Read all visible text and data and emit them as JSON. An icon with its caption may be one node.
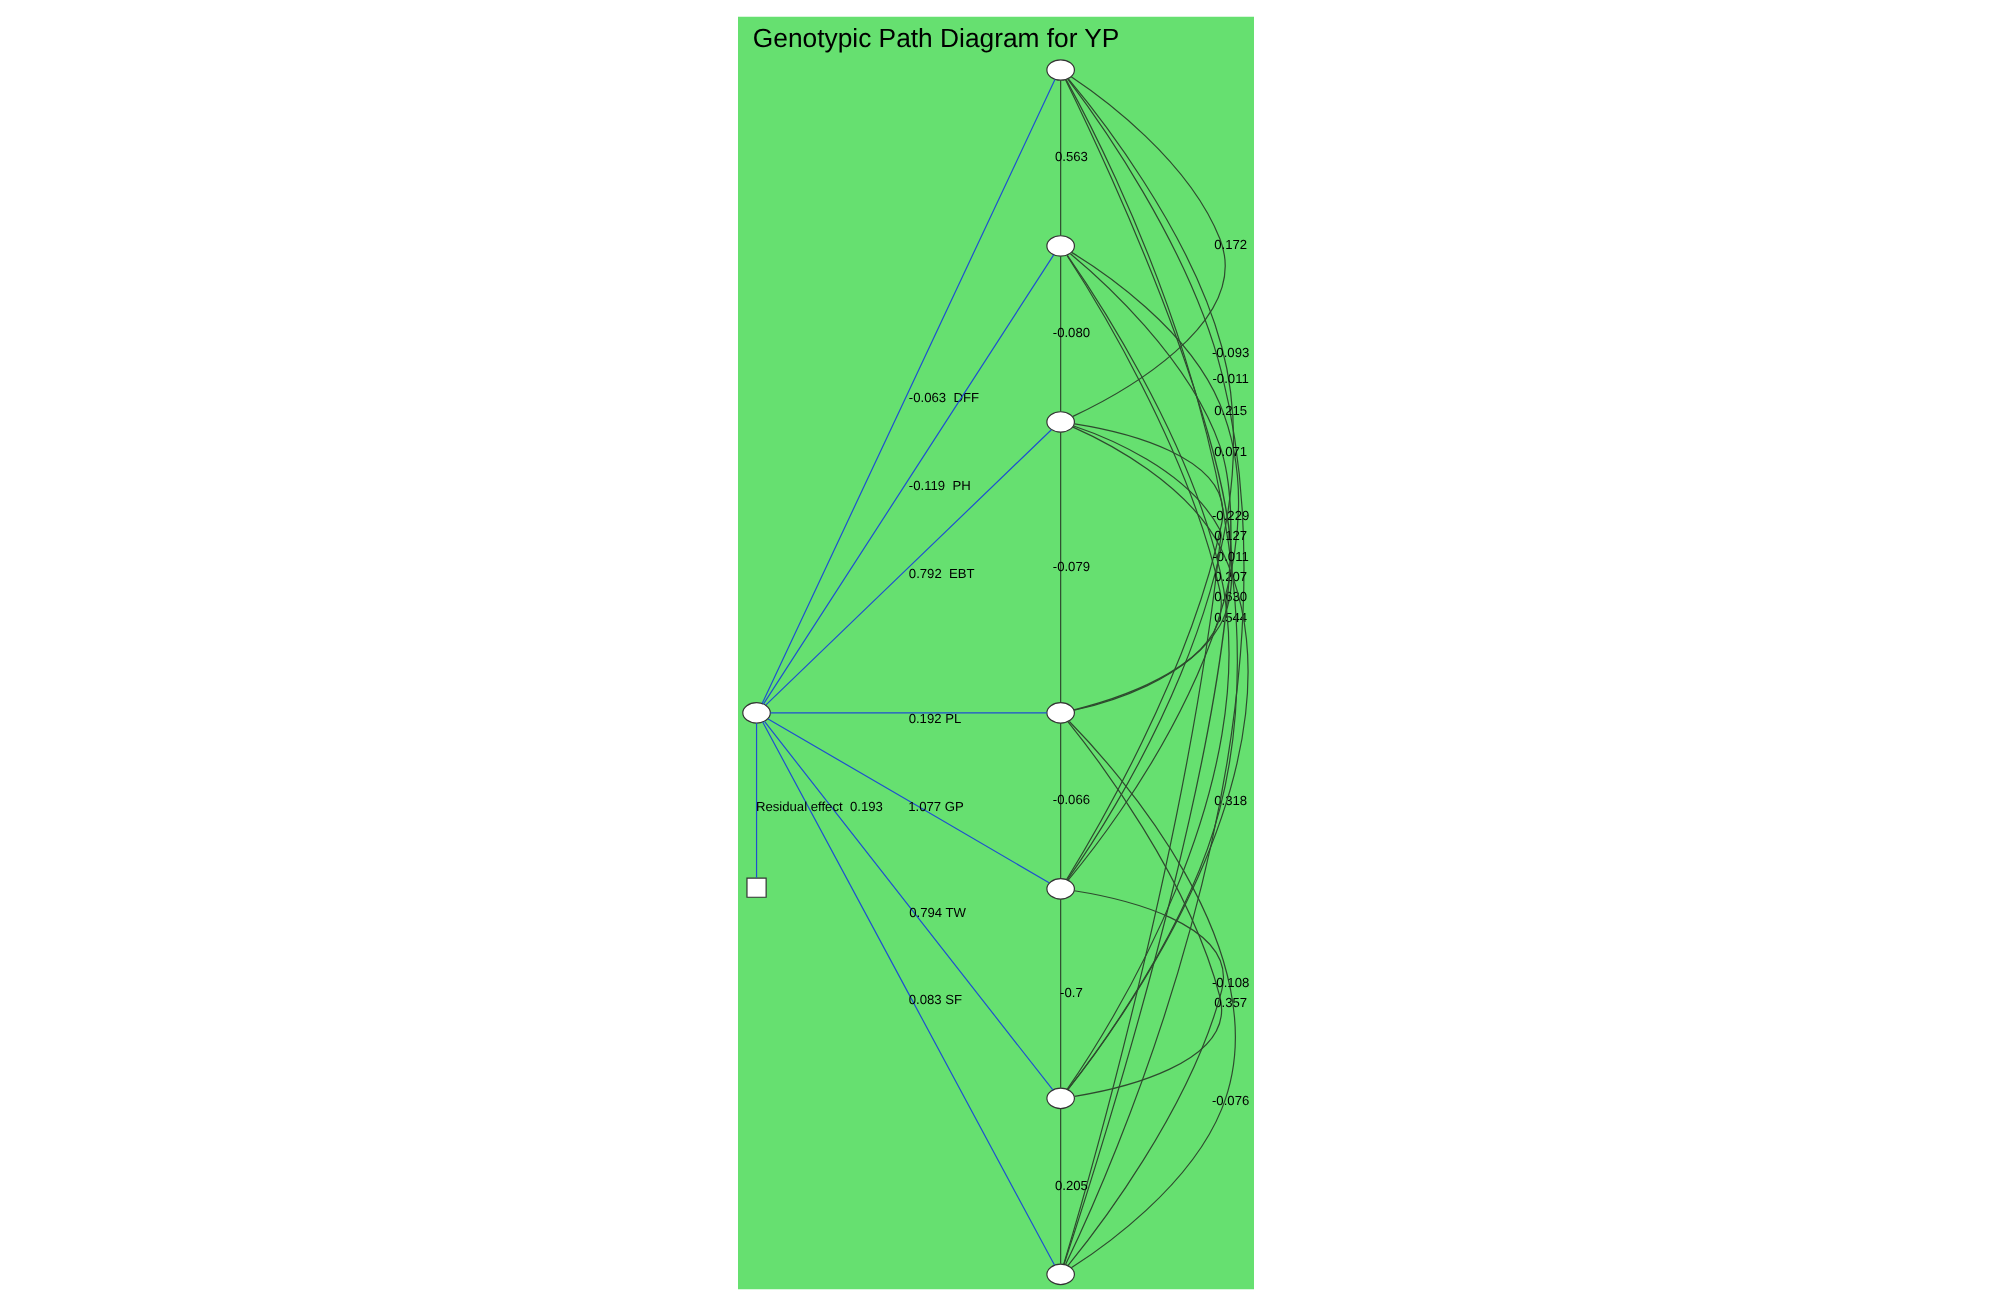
{
  "diagram": {
    "title": "Genotypic Path Diagram for YP",
    "nodes": [
      {
        "text": [],
        "shape": "circle"
      },
      {
        "text": [],
        "shape": "circle"
      },
      {
        "text": [],
        "shape": "circle"
      },
      {
        "text": [],
        "shape": "circle"
      },
      {
        "text": [],
        "shape": "circle"
      },
      {
        "text": [],
        "shape": "circle"
      },
      {
        "text": [],
        "shape": "circle"
      },
      {
        "text": [],
        "shape": "circle"
      },
      {
        "text": [],
        "shape": "box"
      }
    ],
    "edges": [
      {
        "from": 0,
        "to": 1,
        "arrow": "none",
        "label": "-0.063  DFF",
        "color": "#1f4fd0"
      },
      {
        "from": 0,
        "to": 2,
        "arrow": "none",
        "label": "-0.119  PH",
        "color": "#1f4fd0"
      },
      {
        "from": 0,
        "to": 3,
        "arrow": "none",
        "label": "0.792  EBT",
        "color": "#1f4fd0"
      },
      {
        "from": 0,
        "to": 4,
        "arrow": "none",
        "label": "0.192 PL",
        "color": "#1f4fd0"
      },
      {
        "from": 0,
        "to": 5,
        "arrow": "none",
        "label": "1.077 GP",
        "color": "#1f4fd0"
      },
      {
        "from": 0,
        "to": 6,
        "arrow": "none",
        "label": "0.794 TW",
        "color": "#1f4fd0"
      },
      {
        "from": 0,
        "to": 7,
        "arrow": "none",
        "label": "0.083 SF",
        "color": "#1f4fd0"
      },
      {
        "from": 0,
        "to": 8,
        "arrow": "none",
        "label": "Residual effect  0.193",
        "color": "#1f4fd0"
      },
      {
        "from": 1,
        "to": 2,
        "arrow": "none",
        "label": "0.563"
      },
      {
        "from": 2,
        "to": 3,
        "arrow": "none",
        "label": "-0.080"
      },
      {
        "from": 3,
        "to": 4,
        "arrow": "none",
        "label": "-0.079"
      },
      {
        "from": 4,
        "to": 5,
        "arrow": "none",
        "label": "-0.066"
      },
      {
        "from": 5,
        "to": 6,
        "arrow": "none",
        "label": "-0.7"
      },
      {
        "from": 6,
        "to": 7,
        "arrow": "none",
        "label": "0.205"
      },
      {
        "from": 1,
        "to": 3,
        "arrow": "none",
        "label": "0.172"
      },
      {
        "from": 2,
        "to": 4,
        "arrow": "none",
        "label": "0.630"
      },
      {
        "from": 3,
        "to": 5,
        "arrow": "none",
        "label": "-0.229"
      },
      {
        "from": 4,
        "to": 6,
        "arrow": "none",
        "label": "0.357"
      },
      {
        "from": 5,
        "to": 7,
        "arrow": "none",
        "label": "-0.108"
      },
      {
        "from": 1,
        "to": 4,
        "arrow": "none",
        "label": "0.544"
      },
      {
        "from": 2,
        "to": 5,
        "arrow": "none",
        "label": "0.215"
      },
      {
        "from": 3,
        "to": 6,
        "arrow": "none",
        "label": "-0.011"
      },
      {
        "from": 4,
        "to": 7,
        "arrow": "none",
        "label": "-0.076"
      },
      {
        "from": 1,
        "to": 5,
        "arrow": "none",
        "label": "-0.093"
      },
      {
        "from": 2,
        "to": 6,
        "arrow": "none",
        "label": "0.207"
      },
      {
        "from": 3,
        "to": 7,
        "arrow": "none",
        "label": "0.127"
      },
      {
        "from": 1,
        "to": 6,
        "arrow": "none",
        "label": "0.318"
      },
      {
        "from": 2,
        "to": 7,
        "arrow": "none",
        "label": "0.071"
      },
      {
        "from": 1,
        "to": 7,
        "arrow": "none",
        "label": "-0.011"
      }
    ]
  }
}
